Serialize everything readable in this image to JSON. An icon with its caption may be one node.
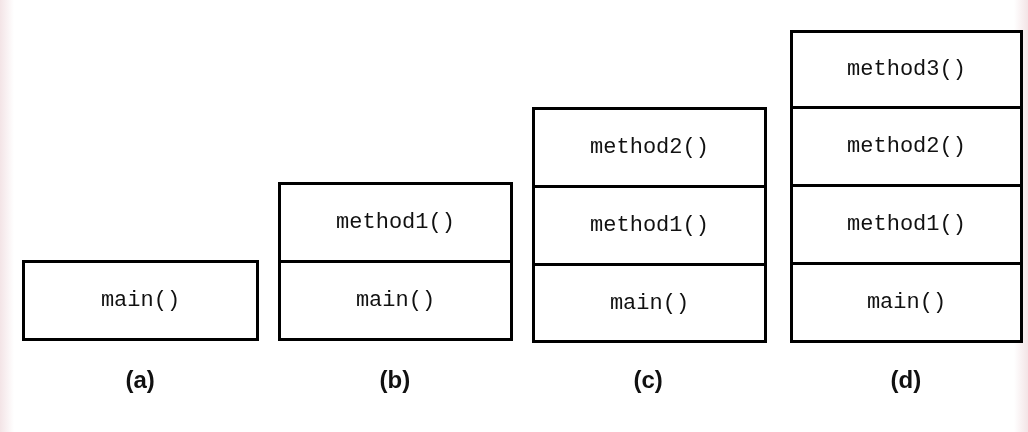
{
  "diagram": {
    "nodes": [
      {
        "text": [
          "main()"
        ]
      },
      {
        "text": [
          "method1()"
        ]
      },
      {
        "text": [
          "main()"
        ]
      },
      {
        "text": [
          "method2()"
        ]
      },
      {
        "text": [
          "method1()"
        ]
      },
      {
        "text": [
          "main()"
        ]
      },
      {
        "text": [
          "method3()"
        ]
      },
      {
        "text": [
          "method2()"
        ]
      },
      {
        "text": [
          "method1()"
        ]
      },
      {
        "text": [
          "main()"
        ]
      }
    ],
    "labels": [
      "(a)",
      "(b)",
      "(c)",
      "(d)"
    ]
  }
}
